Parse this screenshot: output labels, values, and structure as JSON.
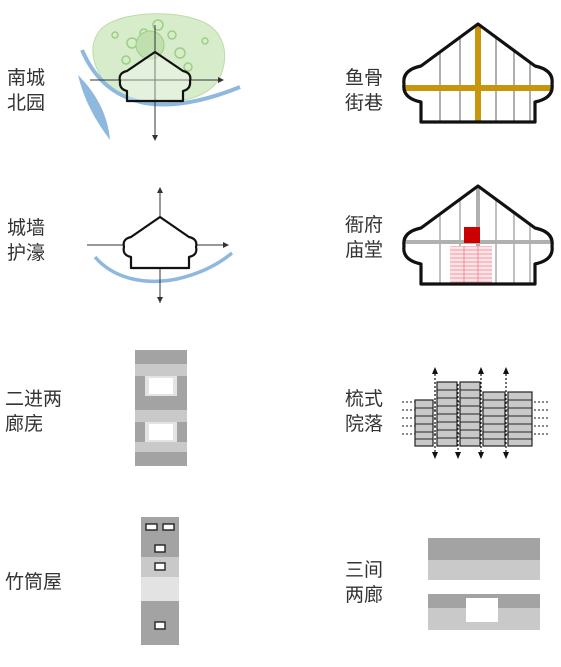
{
  "colors": {
    "ink": "#111111",
    "spine": "#c8960c",
    "river": "#8fb8de",
    "garden": "#cfe6c0",
    "hall": "#cc0000",
    "courtyard_hatch": "#f2aab3",
    "block_dark": "#a3a3a3",
    "block_light": "#c9c9c9",
    "block_pale": "#e3e3e3"
  },
  "items": [
    {
      "id": "nancheng-beiyuan",
      "line1": "南城",
      "line2": "北园",
      "icon": "city-garden-plan-icon"
    },
    {
      "id": "yugu-jiexiang",
      "line1": "鱼骨",
      "line2": "街巷",
      "icon": "fishbone-street-plan-icon"
    },
    {
      "id": "chengqiang-huhao",
      "line1": "城墙",
      "line2": "护濠",
      "icon": "city-wall-moat-plan-icon"
    },
    {
      "id": "yafu-miaotang",
      "line1": "衙府",
      "line2": "庙堂",
      "icon": "government-temple-plan-icon"
    },
    {
      "id": "erjin-liangxiang",
      "line1": "二进两",
      "line2": "廊庑",
      "icon": "two-courtyard-block-icon"
    },
    {
      "id": "shushi-yuanluo",
      "line1": "梳式",
      "line2": "院落",
      "icon": "comb-courtyard-layout-icon"
    },
    {
      "id": "zhutongwu",
      "line1": "竹筒屋",
      "line2": "",
      "icon": "bamboo-tube-house-icon"
    },
    {
      "id": "sanjian-liangxiang",
      "line1": "三间",
      "line2": "两廊",
      "icon": "three-bay-two-corridor-icon"
    }
  ]
}
